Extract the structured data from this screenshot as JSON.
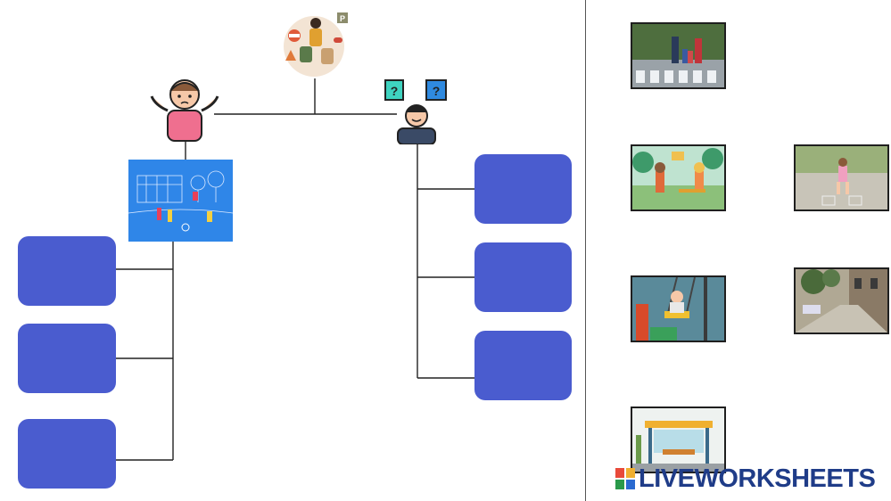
{
  "worksheet": {
    "left_branch_boxes": [
      {
        "text": ""
      },
      {
        "text": ""
      },
      {
        "text": ""
      }
    ],
    "right_branch_boxes": [
      {
        "text": ""
      },
      {
        "text": ""
      },
      {
        "text": ""
      }
    ]
  },
  "icons": {
    "topic": "traffic-safety-illustration",
    "left_person": "confused-girl-icon",
    "right_person": "thinking-man-question-icon",
    "left_scene": "park-illustration"
  },
  "word_bank_images": [
    "family-crossing-street-photo",
    "kids-playing-park-illustration",
    "girl-hopscotch-photo",
    "playground-swing-photo",
    "sidewalk-street-photo",
    "bus-stop-illustration"
  ],
  "brand": {
    "logo_letters": [
      "L",
      "I",
      "V",
      "E"
    ],
    "name": "LIVEWORKSHEETS"
  },
  "colors": {
    "box_blue": "#4a5ccf",
    "brand_blue": "#1f3c88",
    "line": "#222222"
  }
}
